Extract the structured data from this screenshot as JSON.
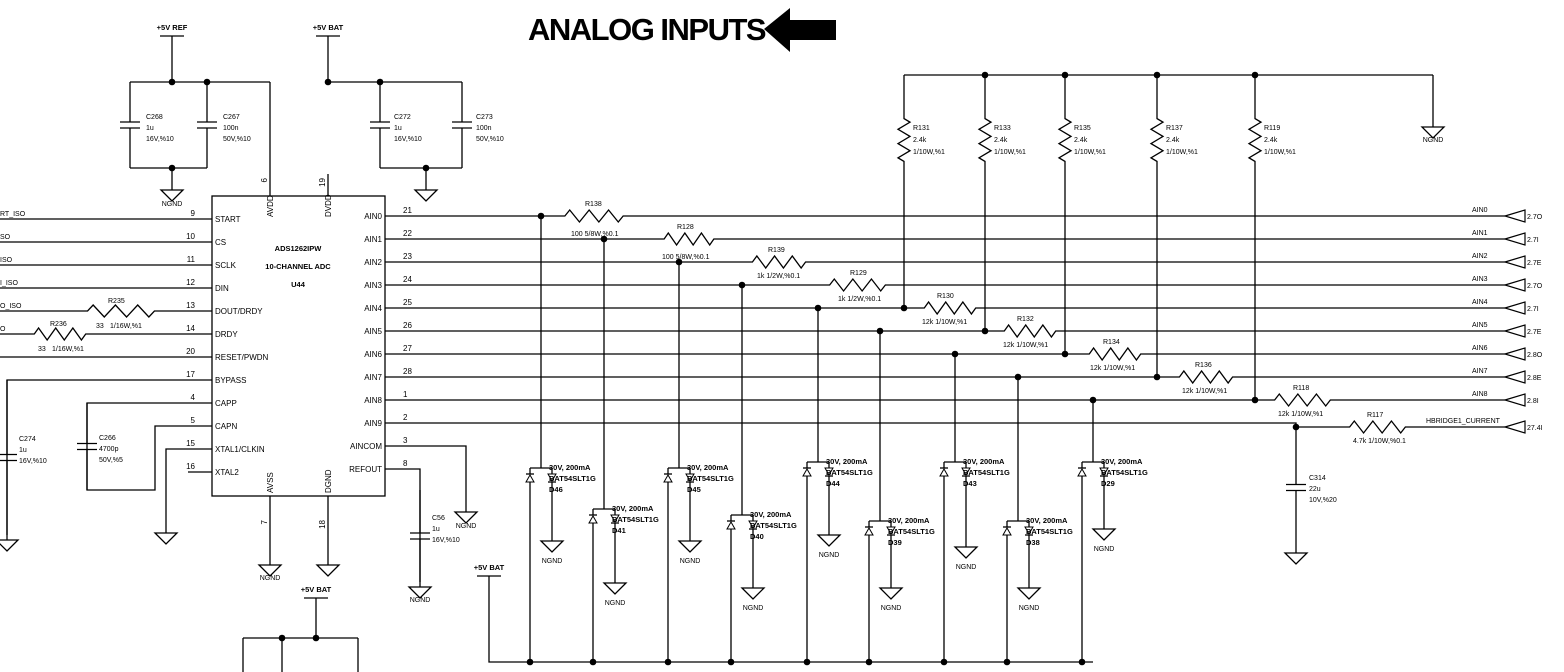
{
  "title": "ANALOG INPUTS",
  "power": {
    "ref": "+5V REF",
    "bat": "+5V BAT",
    "bat2": "+5V BAT",
    "bat3": "+5V BAT",
    "gnd": "NGND"
  },
  "ic": {
    "name": "ADS1262IPW",
    "desc": "10-CHANNEL ADC",
    "ref": "U44",
    "left_pins": [
      {
        "num": "9",
        "name": "START"
      },
      {
        "num": "10",
        "name": "CS"
      },
      {
        "num": "11",
        "name": "SCLK"
      },
      {
        "num": "12",
        "name": "DIN"
      },
      {
        "num": "13",
        "name": "DOUT/DRDY"
      },
      {
        "num": "14",
        "name": "DRDY"
      },
      {
        "num": "20",
        "name": "RESET/PWDN"
      },
      {
        "num": "17",
        "name": "BYPASS"
      },
      {
        "num": "4",
        "name": "CAPP"
      },
      {
        "num": "5",
        "name": "CAPN"
      },
      {
        "num": "15",
        "name": "XTAL1/CLKIN"
      },
      {
        "num": "16",
        "name": "XTAL2"
      }
    ],
    "right_pins": [
      {
        "num": "21",
        "name": "AIN0"
      },
      {
        "num": "22",
        "name": "AIN1"
      },
      {
        "num": "23",
        "name": "AIN2"
      },
      {
        "num": "24",
        "name": "AIN3"
      },
      {
        "num": "25",
        "name": "AIN4"
      },
      {
        "num": "26",
        "name": "AIN5"
      },
      {
        "num": "27",
        "name": "AIN6"
      },
      {
        "num": "28",
        "name": "AIN7"
      },
      {
        "num": "1",
        "name": "AIN8"
      },
      {
        "num": "2",
        "name": "AIN9"
      },
      {
        "num": "3",
        "name": "AINCOM"
      },
      {
        "num": "8",
        "name": "REFOUT"
      }
    ],
    "top_pins": [
      {
        "num": "6",
        "name": "AVDD"
      },
      {
        "num": "19",
        "name": "DVDD"
      }
    ],
    "bottom_pins": [
      {
        "num": "7",
        "name": "AVSS"
      },
      {
        "num": "18",
        "name": "DGND"
      }
    ]
  },
  "left_nets": [
    "RT_ISO",
    "SO",
    "ISO",
    "I_ISO",
    "O_ISO",
    "O"
  ],
  "caps": [
    {
      "ref": "C268",
      "val": "1u",
      "rating": "16V,%10"
    },
    {
      "ref": "C267",
      "val": "100n",
      "rating": "50V,%10"
    },
    {
      "ref": "C272",
      "val": "1u",
      "rating": "16V,%10"
    },
    {
      "ref": "C273",
      "val": "100n",
      "rating": "50V,%10"
    },
    {
      "ref": "C274",
      "val": "1u",
      "rating": "16V,%10"
    },
    {
      "ref": "C266",
      "val": "4700p",
      "rating": "50V,%5"
    },
    {
      "ref": "C56",
      "val": "1u",
      "rating": "16V,%10"
    },
    {
      "ref": "C314",
      "val": "22u",
      "rating": "10V,%20"
    }
  ],
  "dig_res": [
    {
      "ref": "R235",
      "val": "33",
      "rating": "1/16W,%1"
    },
    {
      "ref": "R236",
      "val": "33",
      "rating": "1/16W,%1"
    }
  ],
  "series_res": [
    {
      "ref": "R138",
      "val": "100",
      "rating": "5/8W,%0.1"
    },
    {
      "ref": "R128",
      "val": "100",
      "rating": "5/8W,%0.1"
    },
    {
      "ref": "R139",
      "val": "1k",
      "rating": "1/2W,%0.1"
    },
    {
      "ref": "R129",
      "val": "1k",
      "rating": "1/2W,%0.1"
    },
    {
      "ref": "R130",
      "val": "12k",
      "rating": "1/10W,%1"
    },
    {
      "ref": "R132",
      "val": "12k",
      "rating": "1/10W,%1"
    },
    {
      "ref": "R134",
      "val": "12k",
      "rating": "1/10W,%1"
    },
    {
      "ref": "R136",
      "val": "12k",
      "rating": "1/10W,%1"
    },
    {
      "ref": "R118",
      "val": "12k",
      "rating": "1/10W,%1"
    },
    {
      "ref": "R117",
      "val": "4.7k",
      "rating": "1/10W,%0.1"
    }
  ],
  "pullup_res": [
    {
      "ref": "R131",
      "val": "2.4k",
      "rating": "1/10W,%1"
    },
    {
      "ref": "R133",
      "val": "2.4k",
      "rating": "1/10W,%1"
    },
    {
      "ref": "R135",
      "val": "2.4k",
      "rating": "1/10W,%1"
    },
    {
      "ref": "R137",
      "val": "2.4k",
      "rating": "1/10W,%1"
    },
    {
      "ref": "R119",
      "val": "2.4k",
      "rating": "1/10W,%1"
    }
  ],
  "diodes": [
    {
      "ref": "D46",
      "rating": "30V, 200mA",
      "part": "BAT54SLT1G"
    },
    {
      "ref": "D41",
      "rating": "30V, 200mA",
      "part": "BAT54SLT1G"
    },
    {
      "ref": "D45",
      "rating": "30V, 200mA",
      "part": "BAT54SLT1G"
    },
    {
      "ref": "D40",
      "rating": "30V, 200mA",
      "part": "BAT54SLT1G"
    },
    {
      "ref": "D44",
      "rating": "30V, 200mA",
      "part": "BAT54SLT1G"
    },
    {
      "ref": "D39",
      "rating": "30V, 200mA",
      "part": "BAT54SLT1G"
    },
    {
      "ref": "D43",
      "rating": "30V, 200mA",
      "part": "BAT54SLT1G"
    },
    {
      "ref": "D38",
      "rating": "30V, 200mA",
      "part": "BAT54SLT1G"
    },
    {
      "ref": "D29",
      "rating": "30V, 200mA",
      "part": "BAT54SLT1G"
    }
  ],
  "connectors": [
    {
      "net": "AIN0",
      "label": "2.7O"
    },
    {
      "net": "AIN1",
      "label": "2.7I"
    },
    {
      "net": "AIN2",
      "label": "2.7E"
    },
    {
      "net": "AIN3",
      "label": "2.7O"
    },
    {
      "net": "AIN4",
      "label": "2.7I"
    },
    {
      "net": "AIN5",
      "label": "2.7E"
    },
    {
      "net": "AIN6",
      "label": "2.8O"
    },
    {
      "net": "AIN7",
      "label": "2.8E"
    },
    {
      "net": "AIN8",
      "label": "2.8I"
    },
    {
      "net": "HBRIDGE1_CURRENT",
      "label": "27.4I"
    }
  ]
}
